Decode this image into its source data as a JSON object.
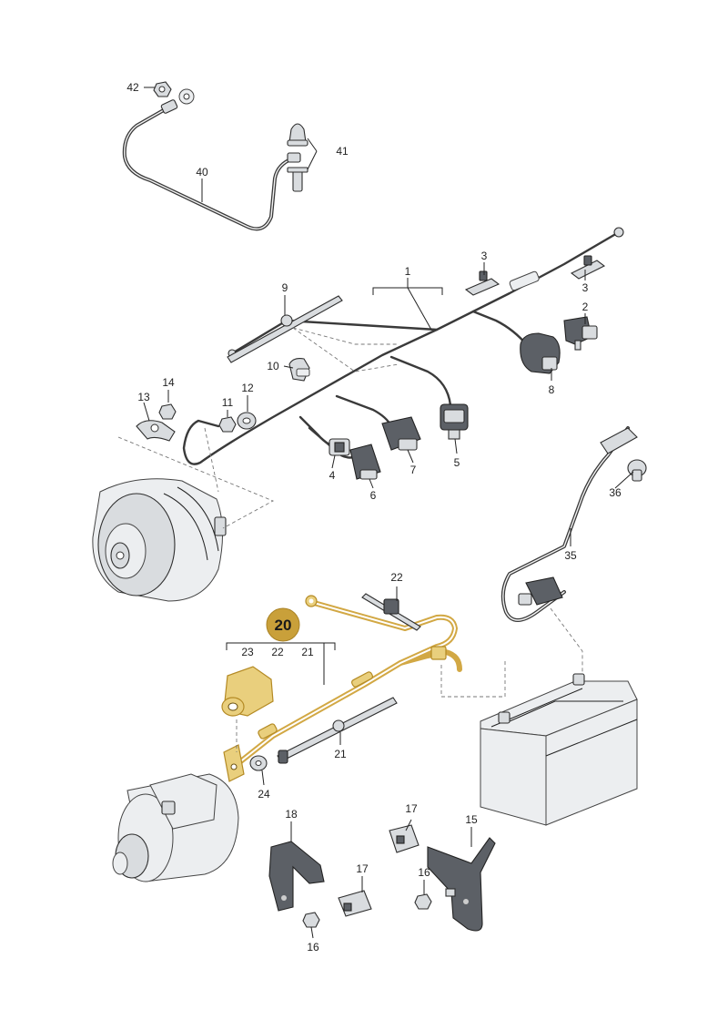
{
  "highlight": {
    "label": "20",
    "color": "#c9a03a"
  },
  "callouts": [
    {
      "id": "42",
      "label": "42"
    },
    {
      "id": "41",
      "label": "41"
    },
    {
      "id": "40",
      "label": "40"
    },
    {
      "id": "1",
      "label": "1"
    },
    {
      "id": "3a",
      "label": "3"
    },
    {
      "id": "3b",
      "label": "3"
    },
    {
      "id": "2",
      "label": "2"
    },
    {
      "id": "9",
      "label": "9"
    },
    {
      "id": "10",
      "label": "10"
    },
    {
      "id": "8",
      "label": "8"
    },
    {
      "id": "14",
      "label": "14"
    },
    {
      "id": "13",
      "label": "13"
    },
    {
      "id": "11",
      "label": "11"
    },
    {
      "id": "12",
      "label": "12"
    },
    {
      "id": "4",
      "label": "4"
    },
    {
      "id": "7",
      "label": "7"
    },
    {
      "id": "5",
      "label": "5"
    },
    {
      "id": "6",
      "label": "6"
    },
    {
      "id": "36",
      "label": "36"
    },
    {
      "id": "35",
      "label": "35"
    },
    {
      "id": "22a",
      "label": "22"
    },
    {
      "id": "23",
      "label": "23"
    },
    {
      "id": "22b",
      "label": "22"
    },
    {
      "id": "21a",
      "label": "21"
    },
    {
      "id": "21b",
      "label": "21"
    },
    {
      "id": "24",
      "label": "24"
    },
    {
      "id": "18",
      "label": "18"
    },
    {
      "id": "17a",
      "label": "17"
    },
    {
      "id": "15",
      "label": "15"
    },
    {
      "id": "17b",
      "label": "17"
    },
    {
      "id": "16a",
      "label": "16"
    },
    {
      "id": "16b",
      "label": "16"
    }
  ]
}
